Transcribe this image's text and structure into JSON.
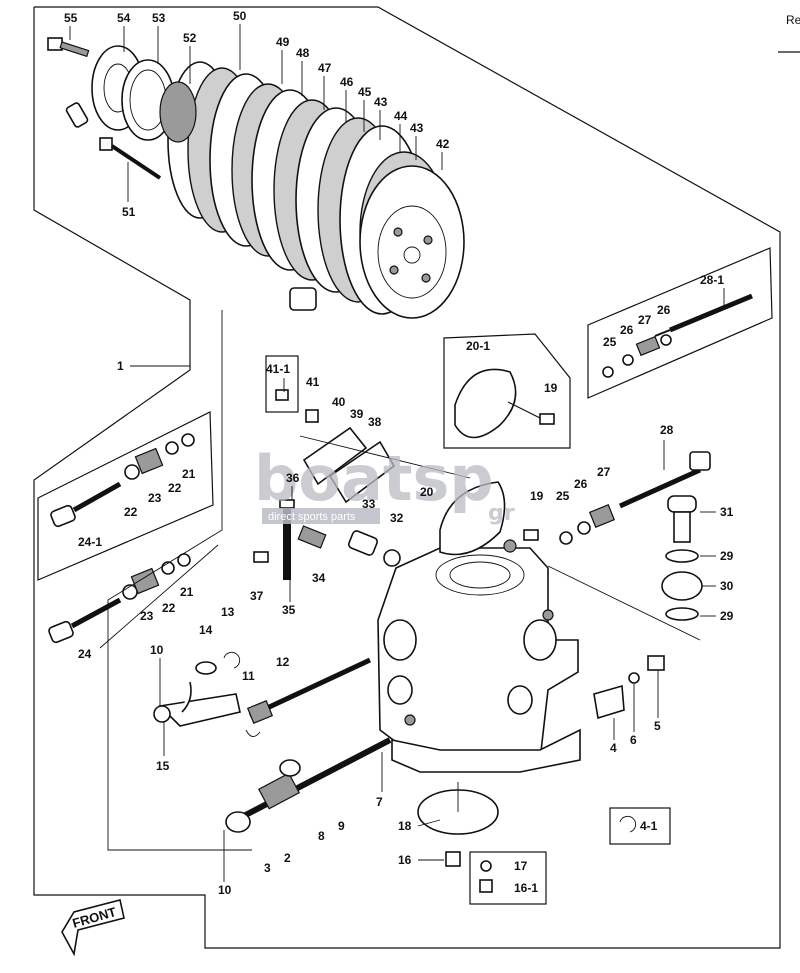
{
  "header": {
    "ref_text": "Re"
  },
  "watermark": {
    "logo_text": "boatsp",
    "logo_suffix": "gr",
    "tagline": "direct sports parts"
  },
  "front_label": "FRONT",
  "callouts": {
    "c55": "55",
    "c54": "54",
    "c53": "53",
    "c50": "50",
    "c52": "52",
    "c49": "49",
    "c48": "48",
    "c47": "47",
    "c46": "46",
    "c45": "45",
    "c43a": "43",
    "c44": "44",
    "c43b": "43",
    "c42": "42",
    "c51": "51",
    "c1": "1",
    "c281": "28-1",
    "c26a": "26",
    "c27a": "27",
    "c26b": "26",
    "c25a": "25",
    "c201": "20-1",
    "c19a": "19",
    "c411": "41-1",
    "c41": "41",
    "c40": "40",
    "c39": "39",
    "c38": "38",
    "c28": "28",
    "c21a": "21",
    "c22a": "22",
    "c23a": "23",
    "c22b": "22",
    "c241": "24-1",
    "c36": "36",
    "c20": "20",
    "c19b": "19",
    "c25b": "25",
    "c26c": "26",
    "c27b": "27",
    "c33": "33",
    "c32": "32",
    "c31": "31",
    "c29a": "29",
    "c30": "30",
    "c29b": "29",
    "c37": "37",
    "c35": "35",
    "c34": "34",
    "c21b": "21",
    "c22c": "22",
    "c23b": "23",
    "c24": "24",
    "c14": "14",
    "c13": "13",
    "c10a": "10",
    "c12": "12",
    "c11": "11",
    "c15": "15",
    "c7": "7",
    "c9": "9",
    "c8": "8",
    "c2": "2",
    "c3": "3",
    "c10b": "10",
    "c4": "4",
    "c6": "6",
    "c5": "5",
    "c41b": "4-1",
    "c18": "18",
    "c16": "16",
    "c17": "17",
    "c161": "16-1"
  }
}
